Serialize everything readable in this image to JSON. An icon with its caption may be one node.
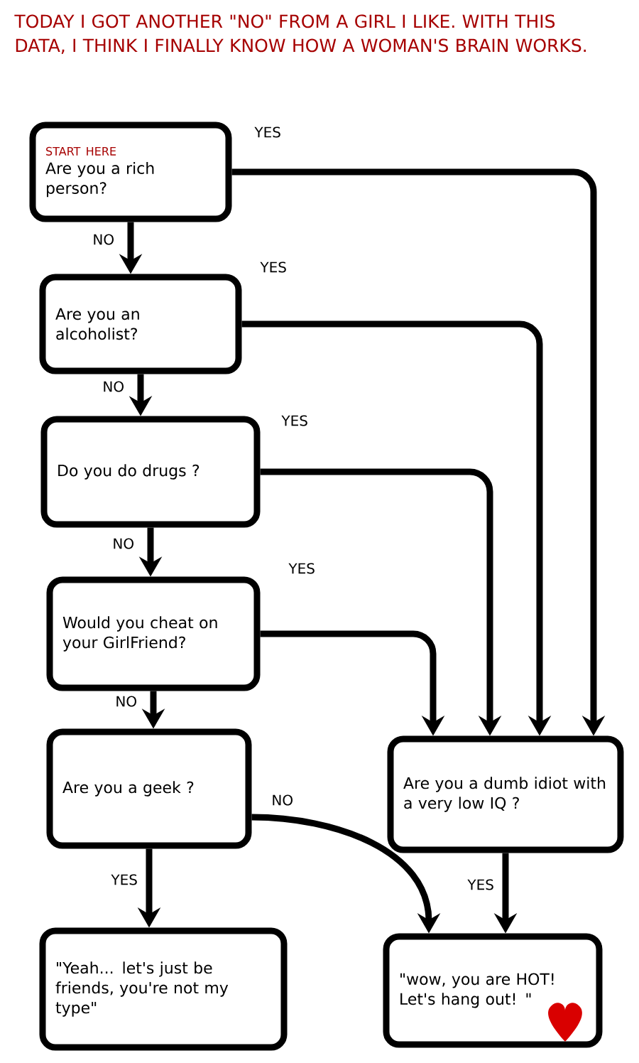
{
  "diagram": {
    "title": "TODAY I GOT ANOTHER \"NO\" FROM A GIRL I LIKE. WITH THIS DATA, I THINK I FINALLY KNOW HOW A WOMAN'S BRAIN WORKS.",
    "nodes": [
      {
        "text": [
          "START HERE",
          "Are you a rich person?"
        ]
      },
      {
        "text": [
          "Are you an alcoholist?"
        ]
      },
      {
        "text": [
          "Do you do drugs ?"
        ]
      },
      {
        "text": [
          "Would you cheat on your GirlFriend?"
        ]
      },
      {
        "text": [
          "Are you a geek ?"
        ]
      },
      {
        "text": [
          "Are you a dumb idiot with a very low IQ ?"
        ]
      },
      {
        "text": [
          "\"Yeah... let's just be friends, you're not my type\""
        ]
      },
      {
        "text": [
          "\"wow, you are HOT! Let's hang out! \""
        ]
      }
    ],
    "edges": [
      {
        "from": 0,
        "to": 1,
        "arrow": "to",
        "label": "NO"
      },
      {
        "from": 0,
        "to": 5,
        "arrow": "to",
        "label": "YES"
      },
      {
        "from": 1,
        "to": 2,
        "arrow": "to",
        "label": "NO"
      },
      {
        "from": 1,
        "to": 5,
        "arrow": "to",
        "label": "YES"
      },
      {
        "from": 2,
        "to": 3,
        "arrow": "to",
        "label": "NO"
      },
      {
        "from": 2,
        "to": 5,
        "arrow": "to",
        "label": "YES"
      },
      {
        "from": 3,
        "to": 4,
        "arrow": "to",
        "label": "NO"
      },
      {
        "from": 3,
        "to": 5,
        "arrow": "to",
        "label": "YES"
      },
      {
        "from": 4,
        "to": 6,
        "arrow": "to",
        "label": "YES"
      },
      {
        "from": 4,
        "to": 7,
        "arrow": "to",
        "label": "NO"
      },
      {
        "from": 5,
        "to": 7,
        "arrow": "to",
        "label": "YES"
      }
    ]
  }
}
